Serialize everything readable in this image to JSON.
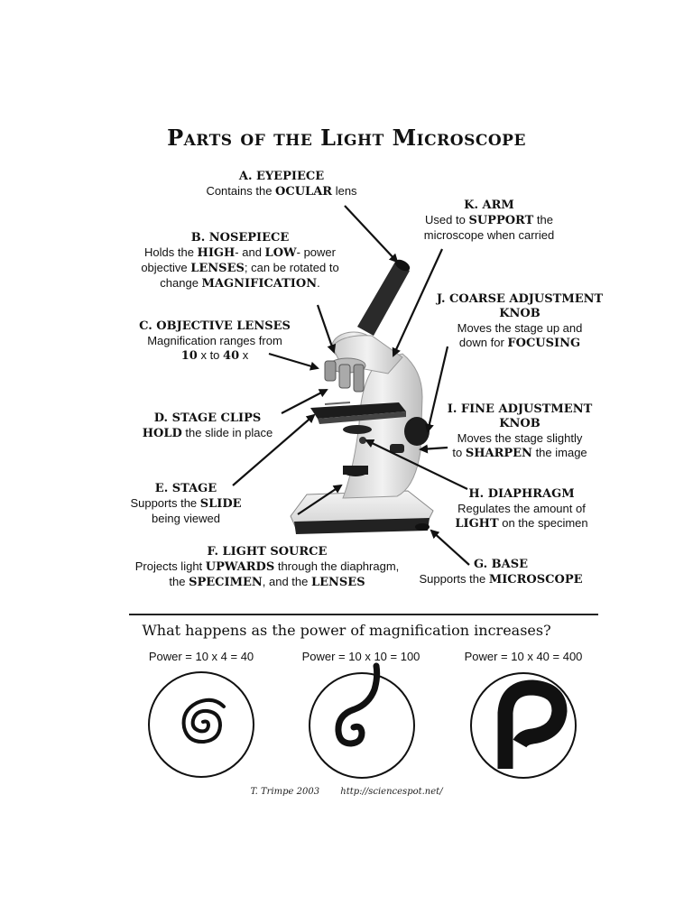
{
  "title": "Parts of the Light Microscope",
  "labels": {
    "eyepiece": {
      "heading": "A. EYEPIECE",
      "lines": [
        [
          "Contains the ",
          "OCULAR",
          " lens"
        ]
      ]
    },
    "nosepiece": {
      "heading": "B. NOSEPIECE",
      "lines": [
        [
          "Holds the ",
          "HIGH",
          "- and ",
          "LOW",
          "- power"
        ],
        [
          "objective ",
          "LENSES",
          ";  can be rotated to"
        ],
        [
          "change ",
          "MAGNIFICATION",
          "."
        ]
      ]
    },
    "objective": {
      "heading": "C. OBJECTIVE LENSES",
      "lines": [
        [
          "Magnification ranges from"
        ],
        [
          "",
          "10",
          " x to ",
          "40",
          " x"
        ]
      ]
    },
    "stage_clips": {
      "heading": "D. STAGE CLIPS",
      "lines": [
        [
          "",
          "HOLD",
          " the slide in place"
        ]
      ]
    },
    "stage": {
      "heading": "E. STAGE",
      "lines": [
        [
          "Supports the ",
          "SLIDE"
        ],
        [
          "being viewed"
        ]
      ]
    },
    "light_source": {
      "heading": "F. LIGHT SOURCE",
      "lines": [
        [
          "Projects light ",
          "UPWARDS",
          " through the diaphragm,"
        ],
        [
          "the ",
          "SPECIMEN",
          ", and the ",
          "LENSES"
        ]
      ]
    },
    "base": {
      "heading": "G. BASE",
      "lines": [
        [
          "Supports the ",
          "MICROSCOPE"
        ]
      ]
    },
    "diaphragm": {
      "heading": "H. DIAPHRAGM",
      "lines": [
        [
          "Regulates the amount of"
        ],
        [
          "",
          "LIGHT",
          " on the specimen"
        ]
      ]
    },
    "fine": {
      "heading": "I. FINE ADJUSTMENT",
      "heading2": "KNOB",
      "lines": [
        [
          "Moves the stage slightly"
        ],
        [
          "to ",
          "SHARPEN",
          " the image"
        ]
      ]
    },
    "coarse": {
      "heading": "J. COARSE ADJUSTMENT",
      "heading2": "KNOB",
      "lines": [
        [
          "Moves the stage up and"
        ],
        [
          "down for ",
          "FOCUSING"
        ]
      ]
    },
    "arm": {
      "heading": "K. ARM",
      "lines": [
        [
          "Used to ",
          "SUPPORT",
          " the"
        ],
        [
          "microscope when carried"
        ]
      ]
    }
  },
  "question": "What happens as the power of magnification increases?",
  "powers": [
    "Power = 10 x 4 = 40",
    "Power = 10 x 10 = 100",
    "Power = 10 x 40 = 400"
  ],
  "credit": {
    "author": "T. Trimpe 2003",
    "url": "http://sciencespot.net/"
  }
}
